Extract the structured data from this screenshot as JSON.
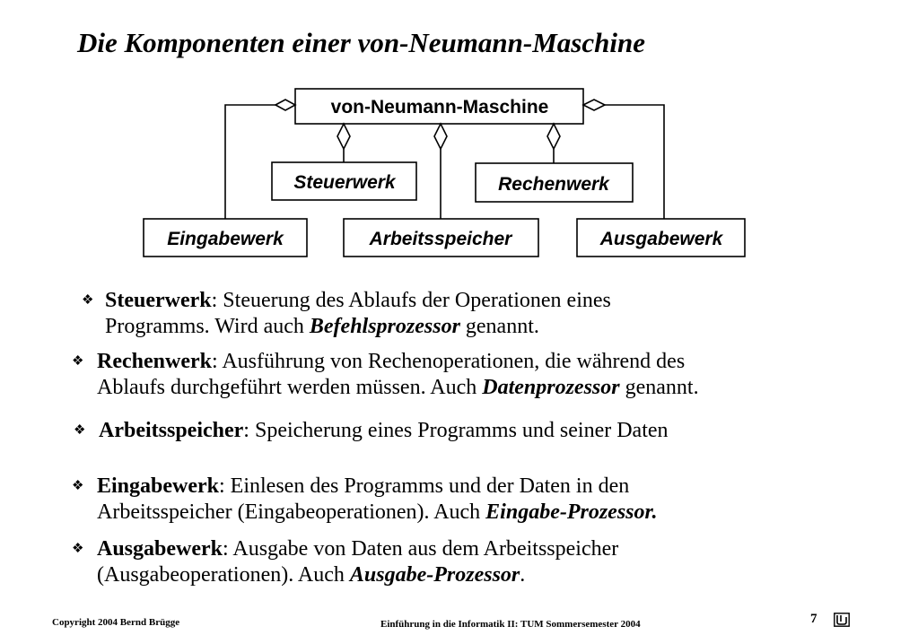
{
  "slide": {
    "title": "Die Komponenten einer von-Neumann-Maschine"
  },
  "diagram": {
    "root": "von-Neumann-Maschine",
    "parts": {
      "steuerwerk": "Steuerwerk",
      "rechenwerk": "Rechenwerk",
      "eingabewerk": "Eingabewerk",
      "arbeitsspeicher": "Arbeitsspeicher",
      "ausgabewerk": "Ausgabewerk"
    }
  },
  "bullets": [
    {
      "term": "Steuerwerk",
      "line1": ": Steuerung des Ablaufs der Operationen eines",
      "line2_pre": "Programms. Wird auch ",
      "line2_emph": "Befehlsprozessor",
      "line2_post": " genannt."
    },
    {
      "term": "Rechenwerk",
      "line1": ": Ausführung von Rechenoperationen, die während des",
      "line2_pre": "Ablaufs durchgeführt werden müssen. Auch ",
      "line2_emph": "Datenprozessor",
      "line2_post": " genannt."
    },
    {
      "term": "Arbeitsspeicher",
      "line1": ": Speicherung eines Programms und seiner Daten"
    },
    {
      "term": "Eingabewerk",
      "line1": ": Einlesen des Programms und der Daten in den",
      "line2_pre": "Arbeitsspeicher (Eingabeoperationen). Auch ",
      "line2_emph": "Eingabe-Prozessor.",
      "line2_post": ""
    },
    {
      "term": "Ausgabewerk",
      "line1": ":  Ausgabe von Daten aus dem Arbeitsspeicher",
      "line2_pre": "(Ausgabeoperationen). Auch ",
      "line2_emph": "Ausgabe-Prozessor",
      "line2_post": "."
    }
  ],
  "footer": {
    "copyright": "Copyright  2004  Bernd Brügge",
    "course": "Einführung in die Informatik II:  TUM Sommersemester 2004",
    "page_number": "7"
  },
  "icons": {
    "bullet": "diamond-bullet-icon",
    "logo": "tum-logo-icon"
  }
}
